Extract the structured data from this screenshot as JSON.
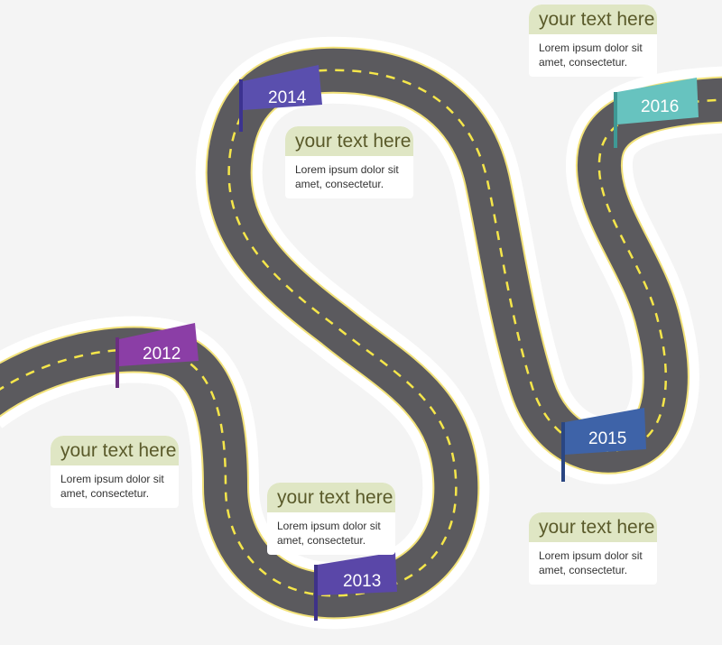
{
  "colors": {
    "road": "#5b5a5e",
    "road_edge": "#f2e27a",
    "road_dash": "#f5e64a",
    "road_halo": "#ffffff",
    "note_header": "#dfe6c4"
  },
  "milestones": [
    {
      "year": "2012",
      "color": "#8b3ea6"
    },
    {
      "year": "2013",
      "color": "#5a47a8"
    },
    {
      "year": "2014",
      "color": "#5a4fae"
    },
    {
      "year": "2015",
      "color": "#3e63a8"
    },
    {
      "year": "2016",
      "color": "#67c3bf"
    }
  ],
  "notes": [
    {
      "title": "your text here",
      "body": "Lorem ipsum dolor sit\namet, consectetur."
    },
    {
      "title": "your text here",
      "body": "Lorem ipsum dolor sit\namet, consectetur."
    },
    {
      "title": "your text here",
      "body": "Lorem ipsum dolor sit\namet, consectetur."
    },
    {
      "title": "your text here",
      "body": "Lorem ipsum dolor sit\namet, consectetur."
    },
    {
      "title": "your text here",
      "body": "Lorem ipsum dolor sit\namet, consectetur."
    }
  ]
}
